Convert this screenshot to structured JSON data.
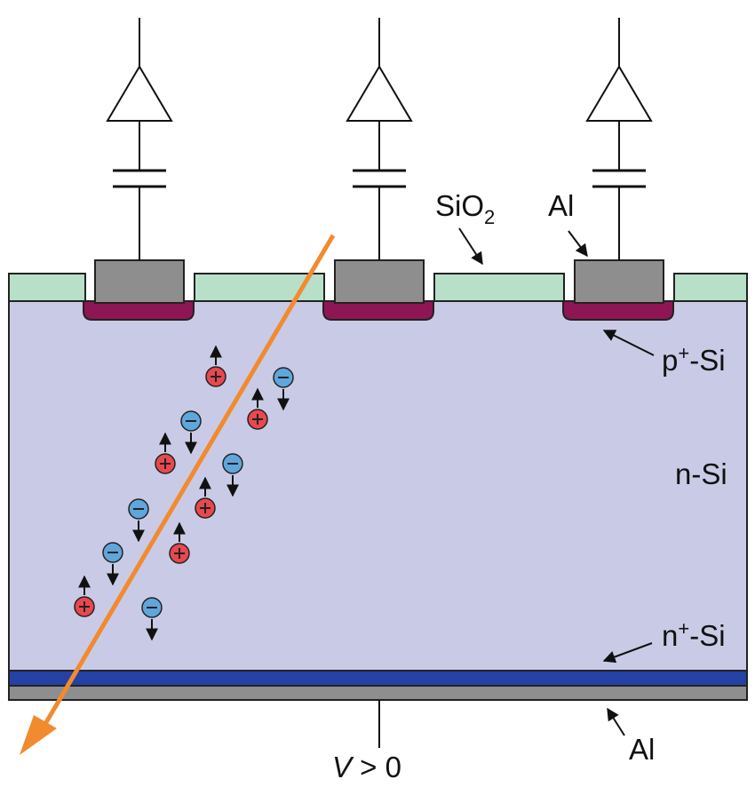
{
  "labels": {
    "sio2_main": "SiO",
    "sio2_sub": "2",
    "al_top": "Al",
    "p_plus_base": "p",
    "p_plus_sup": "+",
    "p_plus_suffix": "-Si",
    "n_si": "n-Si",
    "n_plus_base": "n",
    "n_plus_sup": "+",
    "n_plus_suffix": "-Si",
    "al_bottom": "Al",
    "voltage_var": "V",
    "voltage_rest": " > 0"
  },
  "carriers": {
    "hole_symbol": "+",
    "electron_symbol": "−"
  },
  "colors": {
    "bulk_n_si": "#c9cbe6",
    "oxide": "#b8dfc8",
    "aluminum": "#8e8e8e",
    "p_plus_implant": "#8f1655",
    "n_plus_layer": "#2442a4",
    "hole": "#e8484f",
    "electron": "#5fa6dc",
    "particle_track": "#f28a2e"
  }
}
